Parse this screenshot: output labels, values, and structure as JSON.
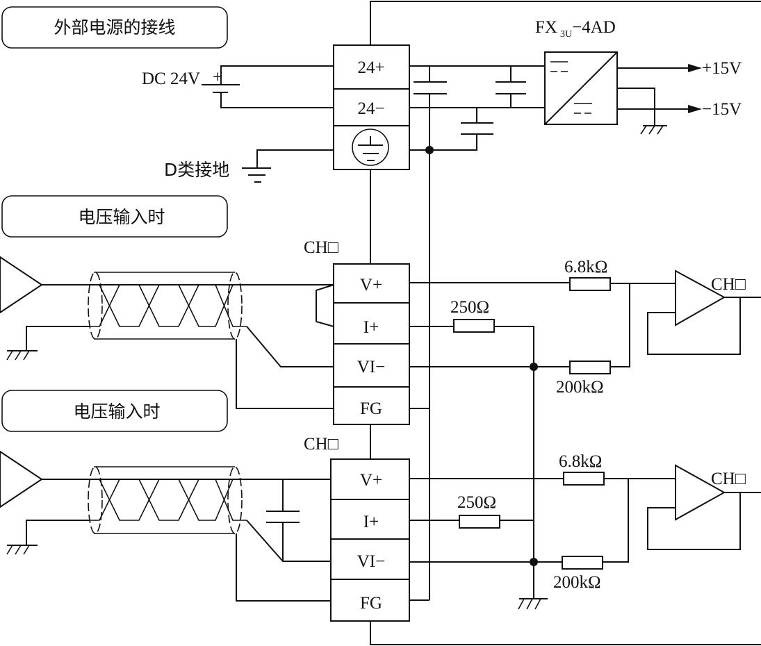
{
  "module": {
    "name_prefix": "FX",
    "name_sub": "3U",
    "name_suffix": "−4AD"
  },
  "section_labels": {
    "external_power": "外部电源的接线",
    "voltage_input_1": "电压输入时",
    "voltage_input_2": "电压输入时"
  },
  "power": {
    "supply_label": "DC 24V",
    "supply_plus": "+",
    "ground_label": "D类接地",
    "terminals": [
      "24+",
      "24−",
      "earth"
    ],
    "outputs": [
      "+15V",
      "−15V"
    ]
  },
  "channel_1": {
    "label": "CH□",
    "terminals": [
      "V+",
      "I+",
      "VI−",
      "FG"
    ],
    "r_current": "250Ω",
    "r_series": "6.8kΩ",
    "r_bias": "200kΩ",
    "output_label": "CH□"
  },
  "channel_2": {
    "label": "CH□",
    "terminals": [
      "V+",
      "I+",
      "VI−",
      "FG"
    ],
    "r_current": "250Ω",
    "r_series": "6.8kΩ",
    "r_bias": "200kΩ",
    "output_label": "CH□"
  }
}
